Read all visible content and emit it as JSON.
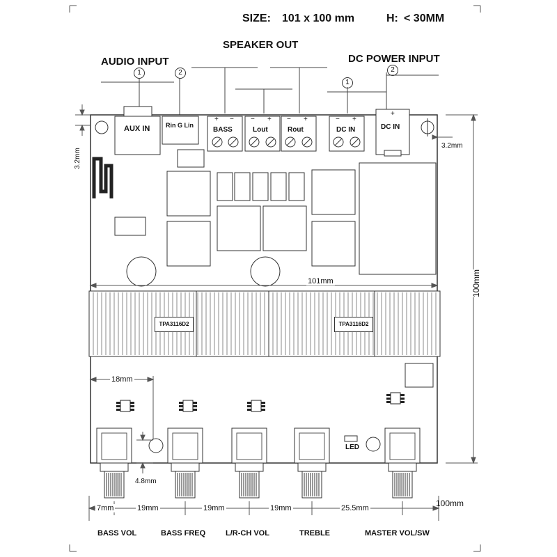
{
  "header": {
    "size_label": "SIZE:",
    "size_value": "101 x 100 mm",
    "height_label": "H:",
    "height_value": "< 30MM"
  },
  "sections": {
    "audio_input": "AUDIO INPUT",
    "speaker_out": "SPEAKER  OUT",
    "dc_power_input": "DC POWER INPUT"
  },
  "markers": {
    "audio_1": "1",
    "audio_2": "2",
    "dc_1": "1",
    "dc_2": "2"
  },
  "connectors": {
    "aux_in": "AUX IN",
    "rin_g_lin": "Rin G  Lin",
    "bass": "BASS",
    "lout": "Lout",
    "rout": "Rout",
    "dc_in_terminal": "DC IN",
    "dc_in_jack": "DC IN",
    "plus": "+",
    "minus": "−"
  },
  "chips": {
    "amp_left": "TPA3116D2",
    "amp_right": "TPA3116D2"
  },
  "led": "LED",
  "dimensions": {
    "width_mid": "101mm",
    "height_right": "100mm",
    "hole_offset_left": "3.2mm",
    "hole_offset_right": "3.2mm",
    "knob_offset": "18mm",
    "knob_bottom_offset": "4.8mm",
    "spacing_first": "7mm",
    "spacing_2": "19mm",
    "spacing_3": "19mm",
    "spacing_4": "19mm",
    "spacing_5": "25.5mm",
    "total_width_bottom": "100mm"
  },
  "knobs": {
    "bass_vol": "BASS VOL",
    "bass_freq": "BASS FREQ",
    "lr_ch_vol": "L/R-CH VOL",
    "treble": "TREBLE",
    "master_vol_sw": "MASTER VOL/SW"
  },
  "icons": {
    "bluetooth_antenna": "antenna-trace-icon"
  }
}
